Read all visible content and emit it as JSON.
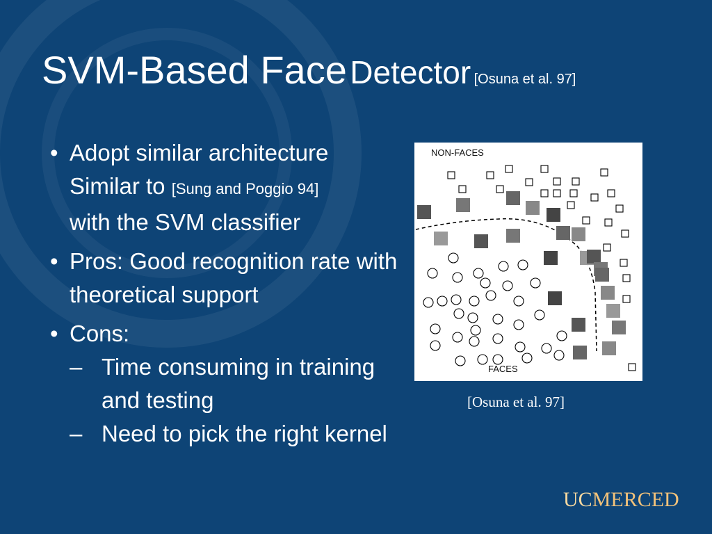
{
  "title": {
    "main": "SVM-Based Face",
    "detector": "Detector",
    "citation": "[Osuna et al. 97]"
  },
  "bullets": [
    {
      "line1": "Adopt similar architecture",
      "line2_prefix": "Similar to ",
      "line2_cite": "[Sung and Poggio 94]",
      "line3": "with the SVM classifier"
    },
    {
      "text": "Pros: Good recognition rate with theoretical support"
    },
    {
      "text": "Cons:",
      "subitems": [
        "Time consuming in training and testing",
        "Need to pick the right kernel"
      ]
    }
  ],
  "figure": {
    "label_nonfaces": "NON-FACES",
    "label_faces": "FACES"
  },
  "caption": "[Osuna et al. 97]",
  "logo": {
    "uc": "UC",
    "merced": "MERCED"
  },
  "colors": {
    "background": "#0e4476",
    "logo": "#f2c27a"
  }
}
